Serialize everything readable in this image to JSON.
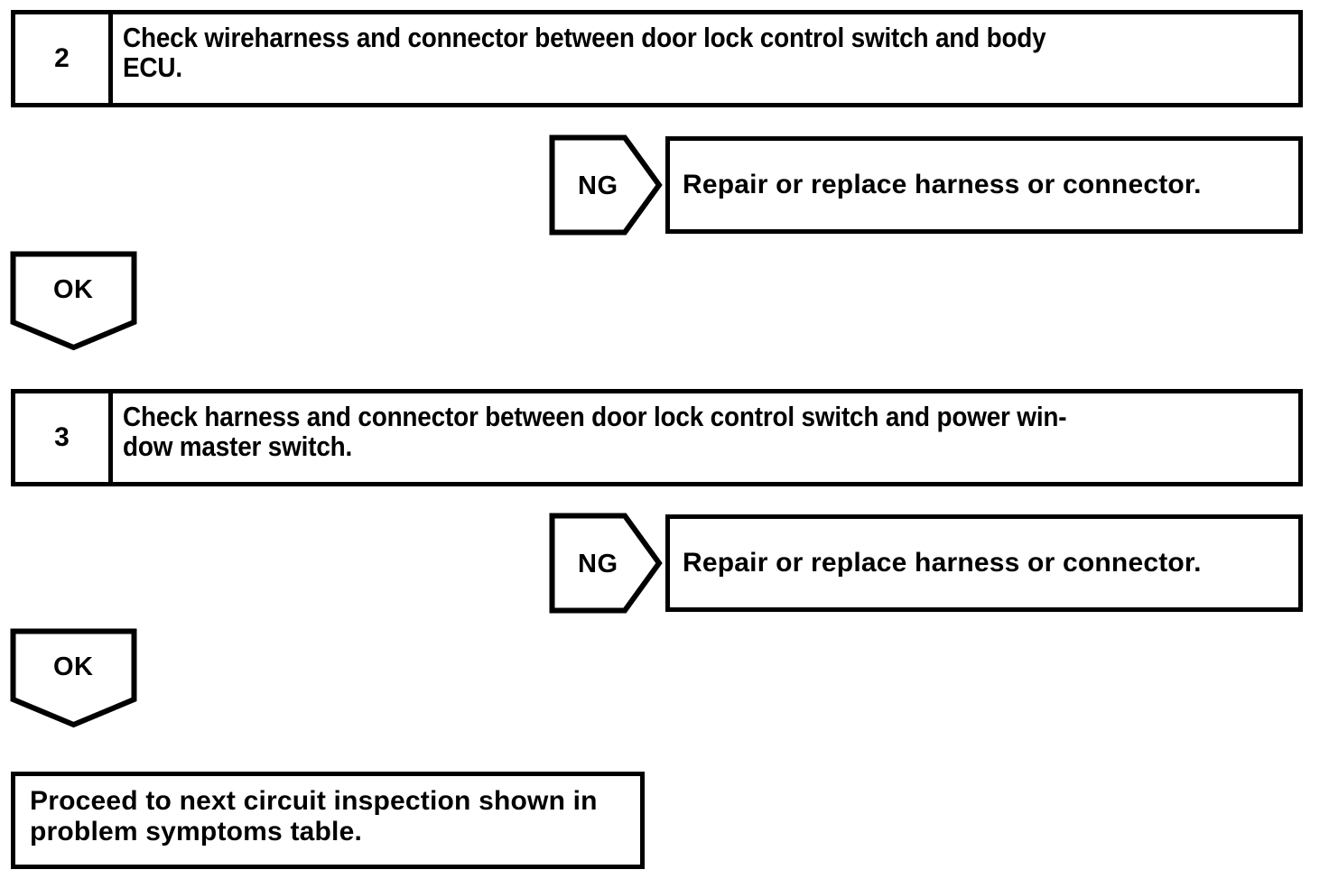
{
  "document": {
    "type": "troubleshooting-flowchart",
    "title": "Door lock control switch circuit inspection flow"
  },
  "steps": [
    {
      "number": "2",
      "instruction": "Check wireharness and connector between door lock control switch and body\nECU."
    },
    {
      "number": "3",
      "instruction": "Check harness and connector between door lock control switch and power win-\ndow master switch."
    }
  ],
  "branches": [
    {
      "label": "NG",
      "result": "Repair or replace harness or connector.",
      "direction": "right"
    },
    {
      "label": "OK",
      "direction": "down"
    },
    {
      "label": "NG",
      "result": "Repair or replace harness or connector.",
      "direction": "right"
    },
    {
      "label": "OK",
      "direction": "down"
    }
  ],
  "final": {
    "text": "Proceed to next circuit inspection shown in\nproblem symptoms table."
  },
  "colors": {
    "stroke": "#000000",
    "background": "#ffffff",
    "text": "#000000"
  }
}
